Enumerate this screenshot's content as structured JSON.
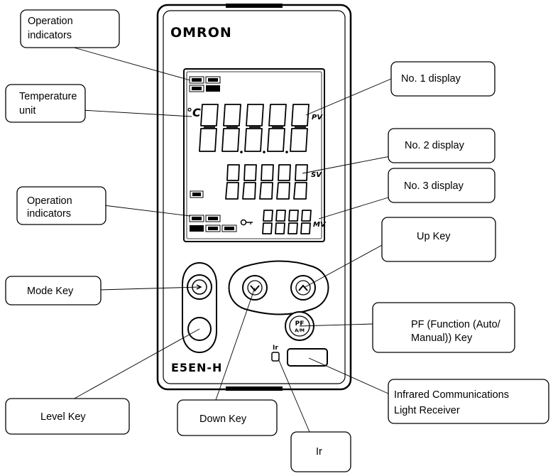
{
  "device": {
    "brand": "OMRON",
    "model": "E5EN-H",
    "pv_label": "PV",
    "sv_label": "SV",
    "mv_label": "MV",
    "temp_unit": "°C",
    "pf_key_line1": "PF",
    "pf_key_line2": "A/M",
    "ir_label": "Ir"
  },
  "callouts": {
    "operation_indicators_top": [
      "Operation",
      "indicators"
    ],
    "temperature_unit": [
      "Temperature",
      "unit"
    ],
    "operation_indicators_mid": [
      "Operation",
      "indicators"
    ],
    "mode_key": [
      "Mode Key"
    ],
    "level_key": [
      "Level Key"
    ],
    "down_key": [
      "Down Key"
    ],
    "ir": [
      "Ir"
    ],
    "no1_display": [
      "No. 1 display"
    ],
    "no2_display": [
      "No. 2 display"
    ],
    "no3_display": [
      "No. 3 display"
    ],
    "up_key": [
      "Up Key"
    ],
    "pf_key": [
      "PF (Function (Auto/",
      "Manual)) Key"
    ],
    "infrared_receiver": [
      "Infrared Communications",
      "Light Receiver"
    ]
  }
}
